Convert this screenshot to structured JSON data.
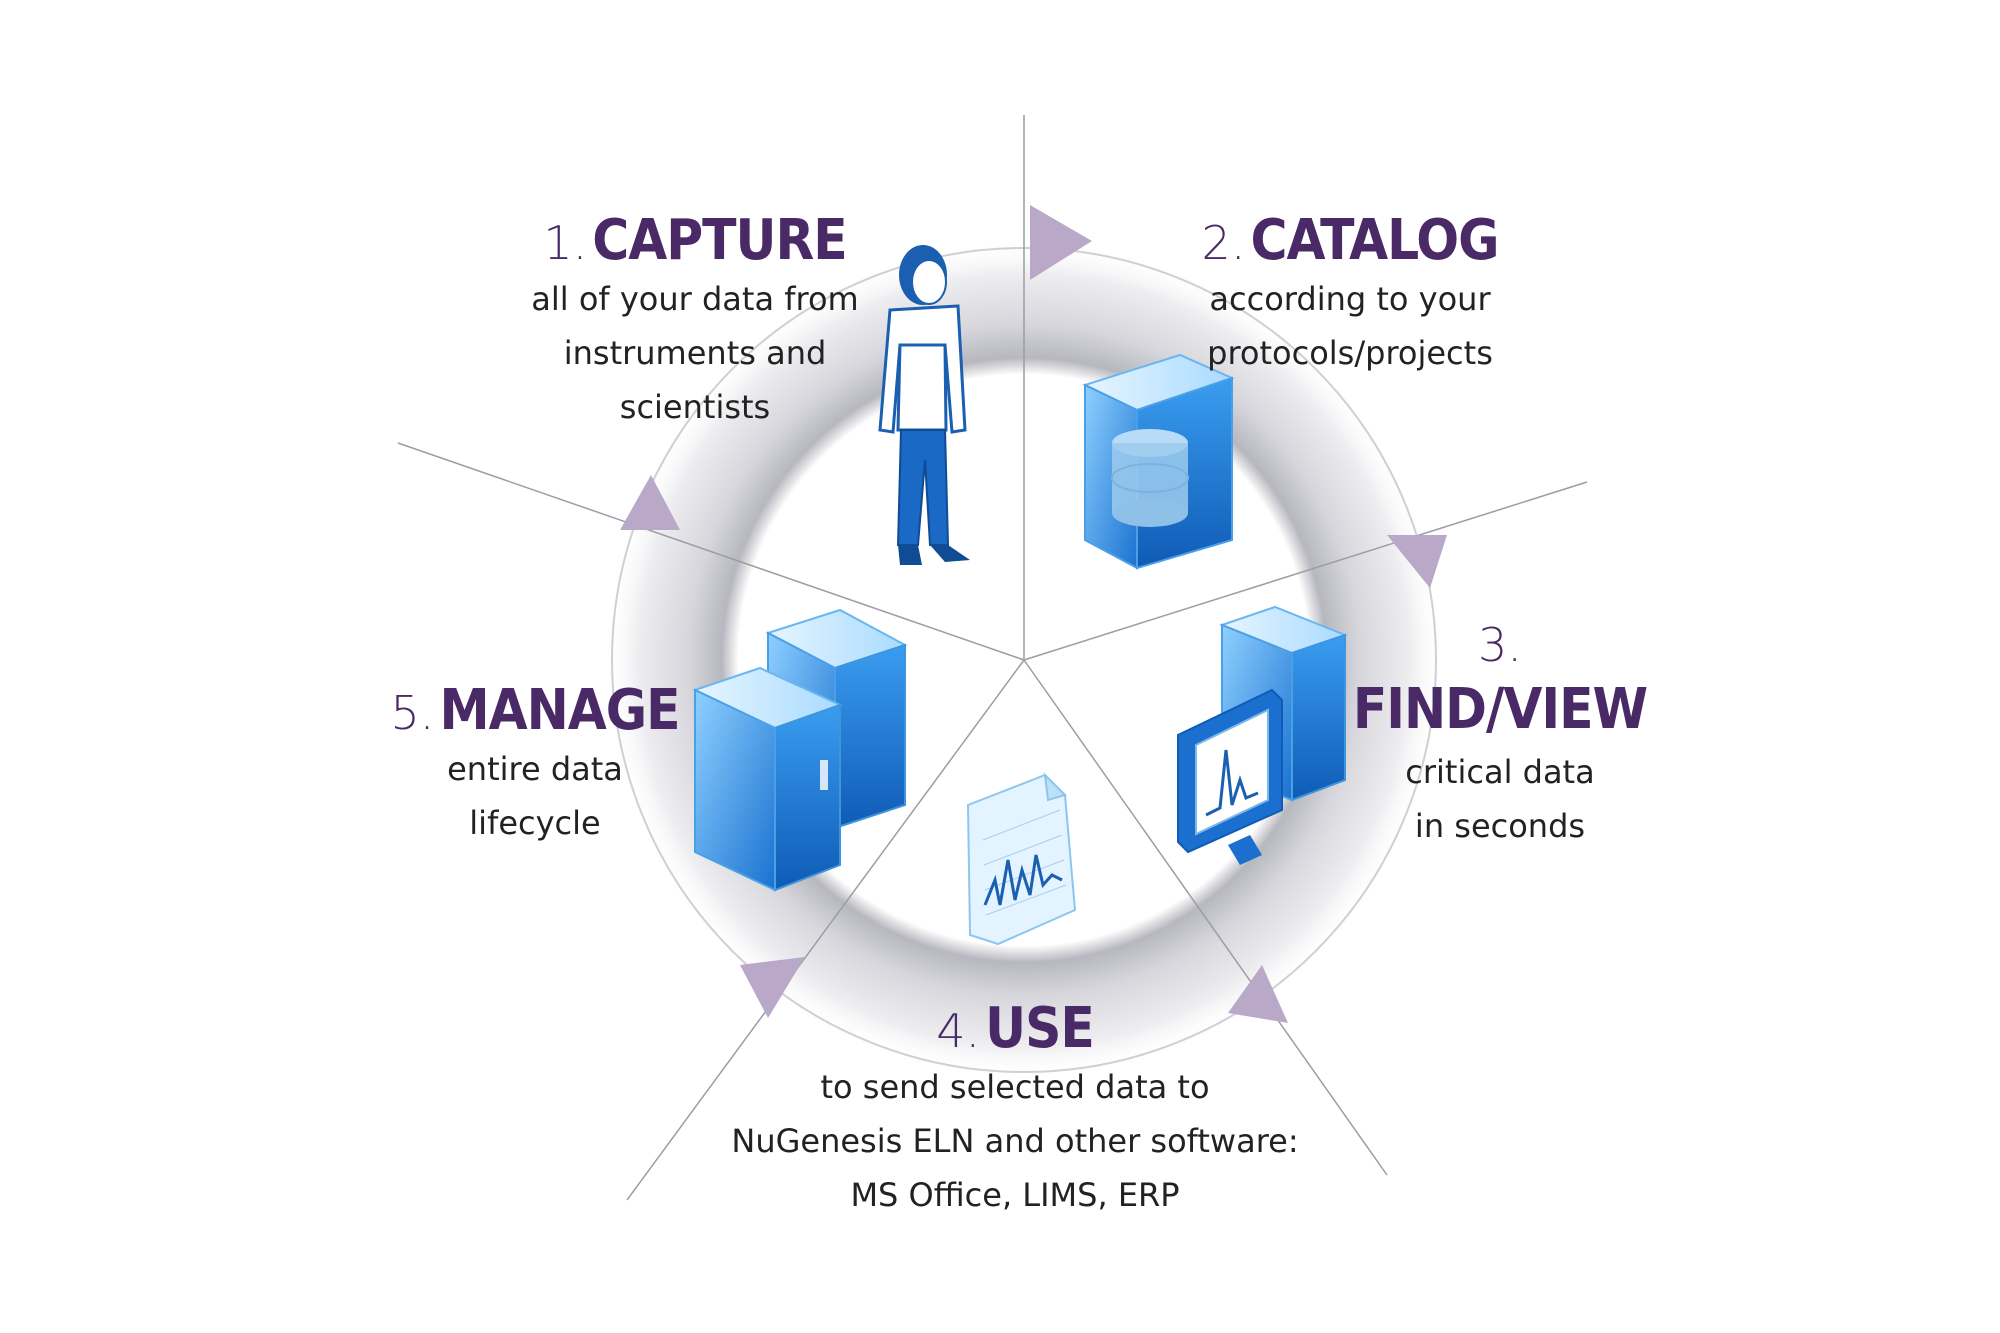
{
  "stages": [
    {
      "number": "1.",
      "title": "CAPTURE",
      "lines": [
        "all of your data from",
        "instruments and",
        "scientists"
      ]
    },
    {
      "number": "2.",
      "title": "CATALOG",
      "lines": [
        "according to your",
        "protocols/projects"
      ]
    },
    {
      "number": "3.",
      "title": "FIND/VIEW",
      "lines": [
        "critical data",
        "in seconds"
      ]
    },
    {
      "number": "4.",
      "title": "USE",
      "lines": [
        "to send selected data to",
        "NuGenesis ELN and other software:",
        "MS Office, LIMS, ERP"
      ]
    },
    {
      "number": "5.",
      "title": "MANAGE",
      "lines": [
        "entire data",
        "lifecycle"
      ]
    }
  ],
  "icons": [
    "scientist-icon",
    "database-server-icon",
    "workstation-icon",
    "report-document-icon",
    "storage-servers-icon"
  ],
  "colors": {
    "accent": "#4a2a66",
    "arrow": "#b9a8c8",
    "icon_blue": "#1f7fd6",
    "ring": "#d9d9de"
  }
}
